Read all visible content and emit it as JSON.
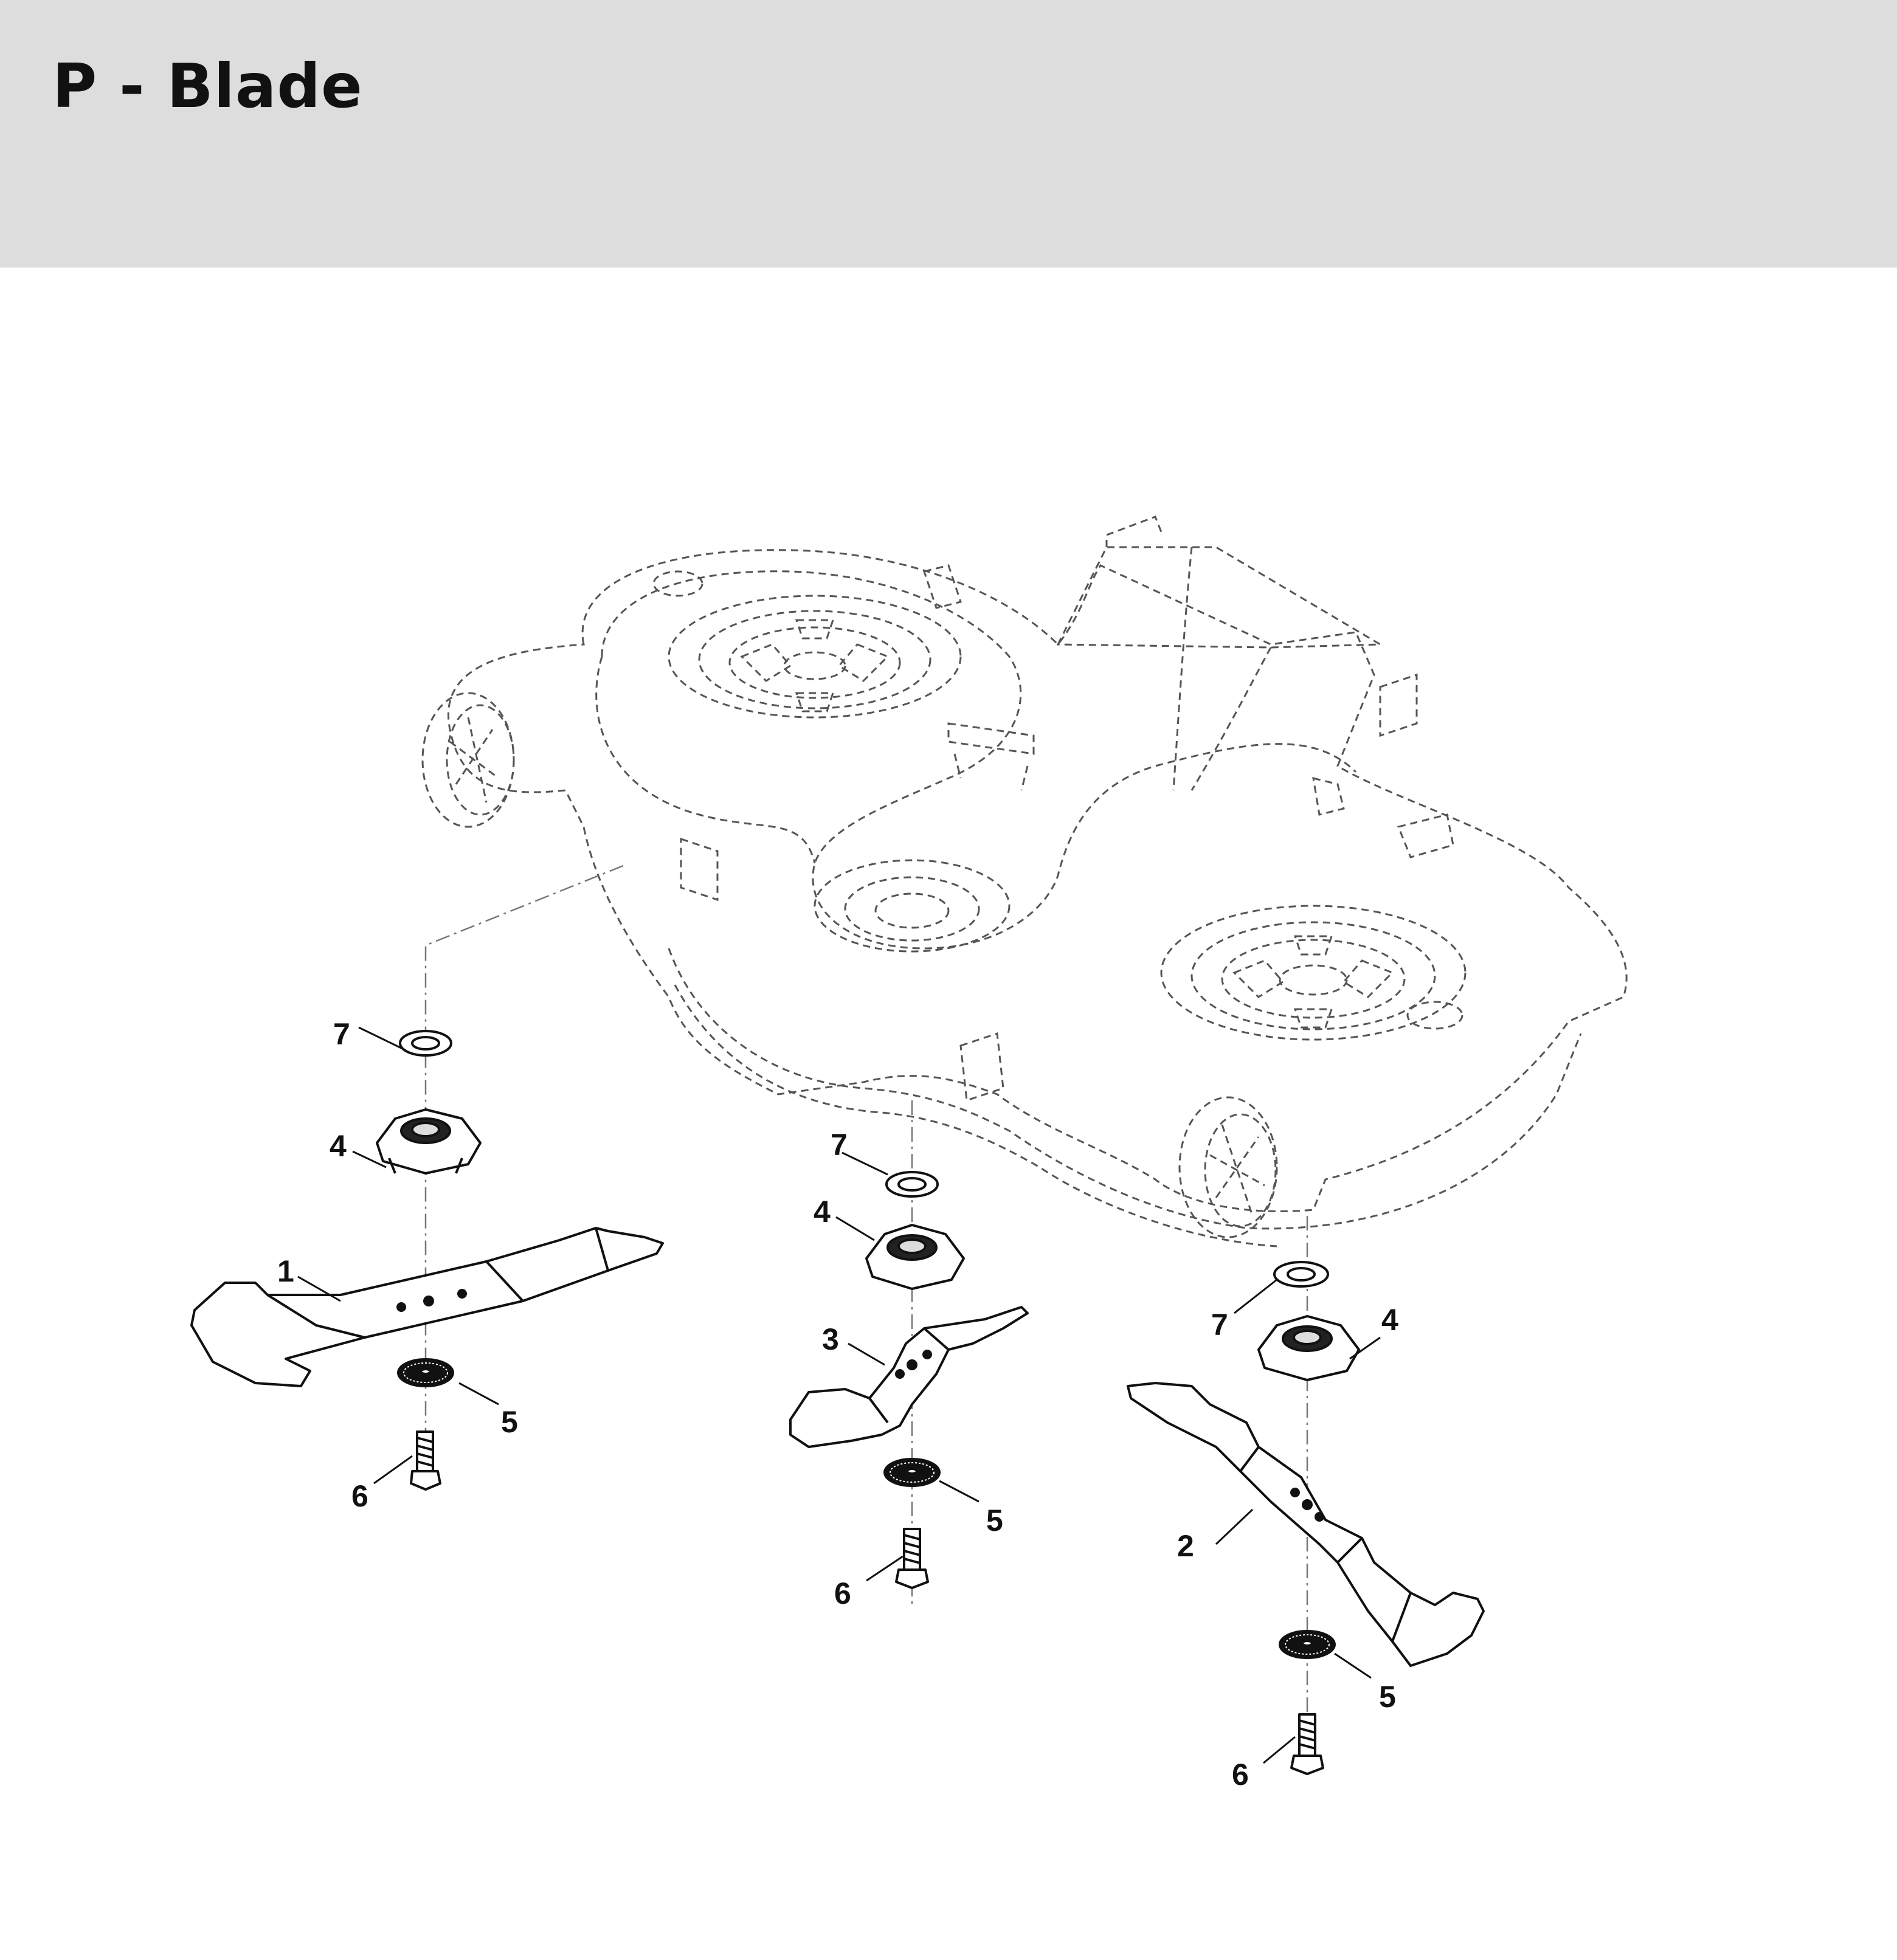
{
  "header": {
    "title": "P - Blade",
    "background": "#dcdddc"
  },
  "diagram": {
    "description_colors": {
      "deck_outline": "#555555",
      "parts": "#111111"
    },
    "callouts": {
      "c1": "1",
      "c2": "2",
      "c3": "3",
      "c4a": "4",
      "c4b": "4",
      "c4c": "4",
      "c5a": "5",
      "c5b": "5",
      "c5c": "5",
      "c6a": "6",
      "c6b": "6",
      "c6c": "6",
      "c7a": "7",
      "c7b": "7",
      "c7c": "7"
    }
  }
}
